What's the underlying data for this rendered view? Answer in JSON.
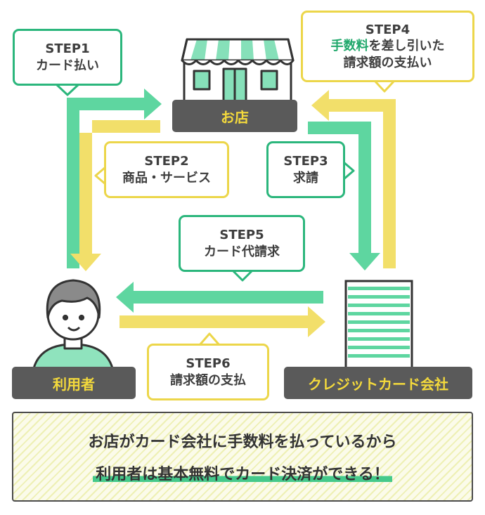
{
  "colors": {
    "green": "#5ed6a0",
    "green_border": "#2bb67c",
    "yellow": "#f2df6a",
    "yellow_border": "#ecd64a",
    "plate": "#5a5a5a",
    "plate_text": "#f4da3c",
    "highlight": "#21a86c"
  },
  "nodes": {
    "shop": "お店",
    "user": "利用者",
    "card_company": "クレジットカード会社"
  },
  "steps": {
    "step1": {
      "title": "STEP1",
      "text": "カード払い"
    },
    "step2": {
      "title": "STEP2",
      "text": "商品・サービス"
    },
    "step3": {
      "title": "STEP3",
      "text": "求請"
    },
    "step4": {
      "title": "STEP4",
      "highlight": "手数料",
      "text_rest": "を差し引いた",
      "text2": "請求額の支払い"
    },
    "step5": {
      "title": "STEP5",
      "text": "カード代請求"
    },
    "step6": {
      "title": "STEP6",
      "text": "請求額の支払"
    }
  },
  "summary": {
    "line1": "お店がカード会社に手数料を払っているから",
    "line2": "利用者は基本無料でカード決済ができる！"
  },
  "icons": [
    "shop-building-icon",
    "person-icon",
    "office-building-icon"
  ]
}
